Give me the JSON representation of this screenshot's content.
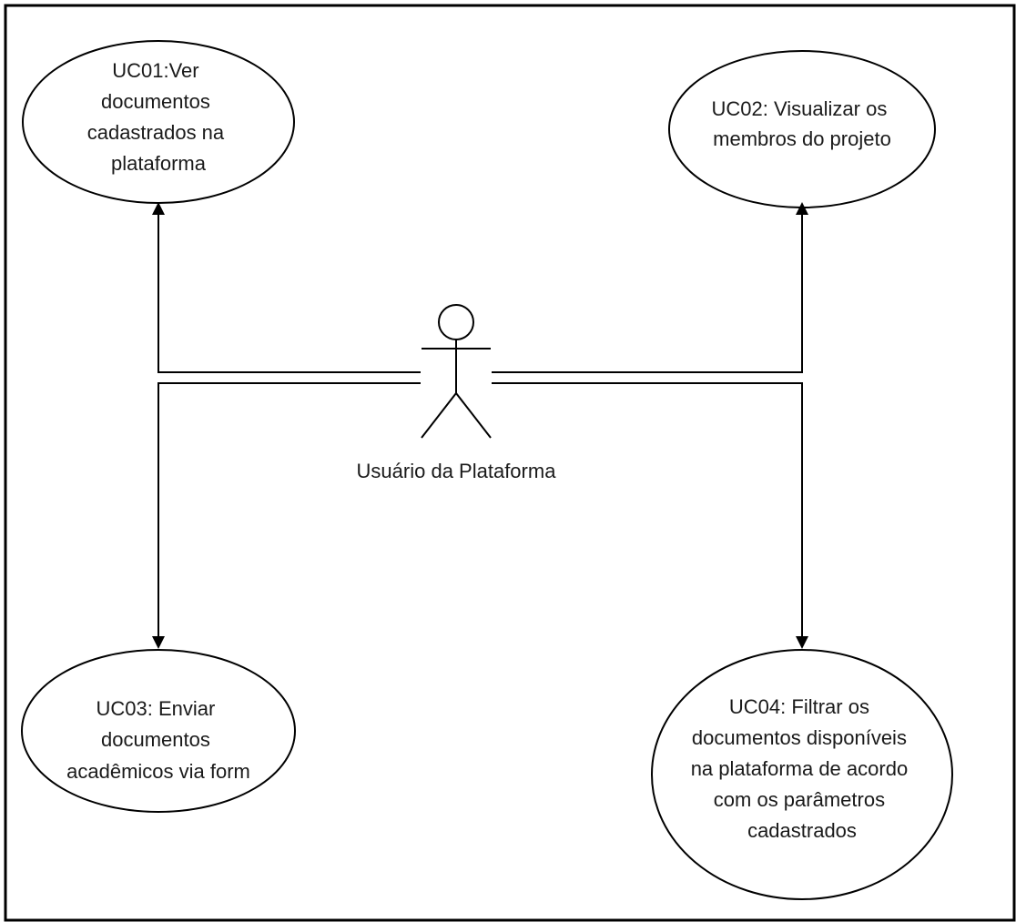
{
  "diagram": {
    "actor": {
      "label": "Usuário da Plataforma",
      "icon": "stick-figure-actor-icon"
    },
    "use_cases": [
      {
        "id": "uc01",
        "lines": [
          "UC01:Ver",
          "documentos",
          "cadastrados na",
          "plataforma"
        ]
      },
      {
        "id": "uc02",
        "lines": [
          "UC02: Visualizar os",
          "membros do projeto"
        ]
      },
      {
        "id": "uc03",
        "lines": [
          "UC03: Enviar",
          "documentos",
          "acadêmicos via form"
        ]
      },
      {
        "id": "uc04",
        "lines": [
          "UC04: Filtrar os",
          "documentos disponíveis",
          "na plataforma de acordo",
          "com os parâmetros",
          "cadastrados"
        ]
      }
    ],
    "colors": {
      "stroke": "#000000",
      "background": "#ffffff",
      "text": "#1a1a1a"
    }
  }
}
